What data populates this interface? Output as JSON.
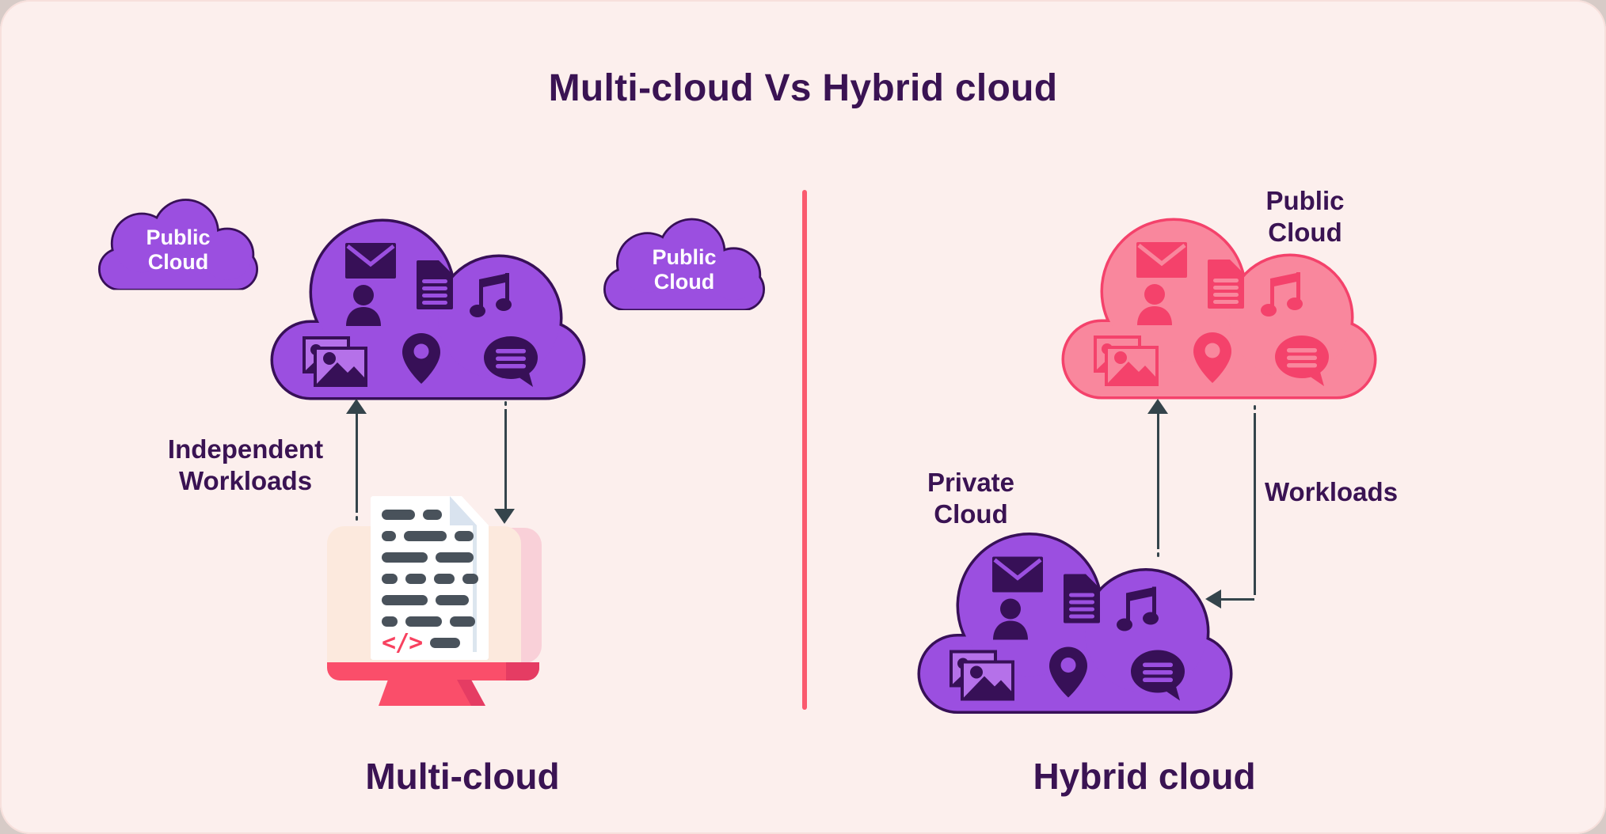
{
  "title": "Multi-cloud Vs Hybrid cloud",
  "multi_cloud": {
    "caption": "Multi-cloud",
    "public_cloud_badge_1": {
      "line1": "Public",
      "line2": "Cloud"
    },
    "public_cloud_badge_2": {
      "line1": "Public",
      "line2": "Cloud"
    },
    "arrows_label": {
      "line1": "Independent",
      "line2": "Workloads"
    },
    "code_glyph": "</>"
  },
  "hybrid_cloud": {
    "caption": "Hybrid cloud",
    "public_cloud_label": {
      "line1": "Public",
      "line2": "Cloud"
    },
    "private_cloud_label": {
      "line1": "Private",
      "line2": "Cloud"
    },
    "arrows_label": "Workloads"
  },
  "icons": {
    "cloud_icons": [
      "mail-icon",
      "document-icon",
      "music-note-icon",
      "person-icon",
      "photos-icon",
      "location-pin-icon",
      "chat-bubble-icon"
    ]
  },
  "colors": {
    "background": "#FCEFED",
    "purple_cloud": "#9B4FE0",
    "purple_dark": "#371057",
    "photo_light_purple": "#B571E9",
    "pink_cloud": "#F9879D",
    "pink_dark": "#F4426B",
    "text_dark": "#3A1353",
    "divider": "#FA5A6E",
    "arrow": "#34444B",
    "monitor_red": "#FA4E6A",
    "monitor_red_shade": "#E53C63",
    "screen_peach": "#FCE9DD",
    "code_red": "#F8415F"
  }
}
